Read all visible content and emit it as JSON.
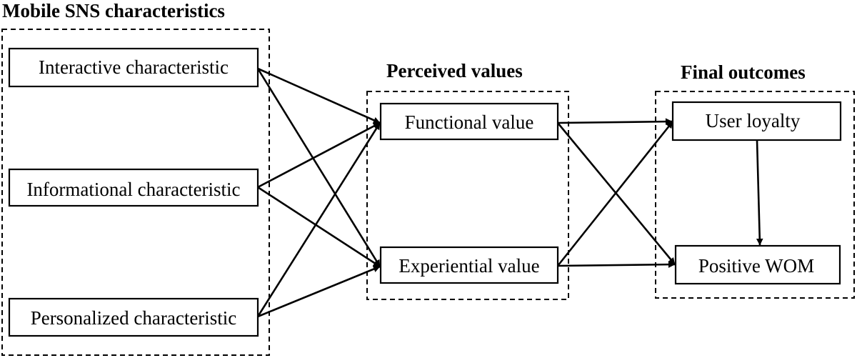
{
  "groups": {
    "mobile_sns": {
      "title": "Mobile SNS characteristics"
    },
    "perceived": {
      "title": "Perceived values"
    },
    "outcomes": {
      "title": "Final outcomes"
    }
  },
  "nodes": {
    "interactive": {
      "label": "Interactive characteristic"
    },
    "informational": {
      "label": "Informational characteristic"
    },
    "personalized": {
      "label": "Personalized characteristic"
    },
    "functional": {
      "label": "Functional value"
    },
    "experiential": {
      "label": "Experiential value"
    },
    "loyalty": {
      "label": "User loyalty"
    },
    "wom": {
      "label": "Positive WOM"
    }
  },
  "edges": [
    {
      "from": "interactive",
      "to": "functional"
    },
    {
      "from": "interactive",
      "to": "experiential"
    },
    {
      "from": "informational",
      "to": "functional"
    },
    {
      "from": "informational",
      "to": "experiential"
    },
    {
      "from": "personalized",
      "to": "functional"
    },
    {
      "from": "personalized",
      "to": "experiential"
    },
    {
      "from": "functional",
      "to": "loyalty"
    },
    {
      "from": "functional",
      "to": "wom"
    },
    {
      "from": "experiential",
      "to": "loyalty"
    },
    {
      "from": "experiential",
      "to": "wom"
    },
    {
      "from": "loyalty",
      "to": "wom"
    }
  ]
}
